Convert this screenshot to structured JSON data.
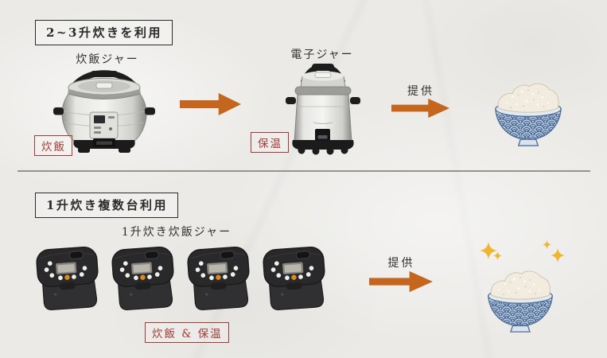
{
  "colors": {
    "paper_bg": "#EBEAE7",
    "arrow": "#C4661D",
    "accent_red": "#A03A35",
    "ink": "#2B2B2B",
    "sparkle_gold": "#EFB62F"
  },
  "top_section": {
    "title": "2~3升炊きを利用",
    "rice_cooker": {
      "label": "炊飯ジャー",
      "status": "炊飯"
    },
    "electronic_jar": {
      "label": "電子ジャー",
      "status": "保温"
    },
    "serve_label": "提供"
  },
  "bottom_section": {
    "title": "1升炊き複数台利用",
    "rice_cookers": {
      "label": "1升炊き炊飯ジャー",
      "status": "炊飯 & 保温",
      "count": 4
    },
    "serve_label": "提供"
  }
}
